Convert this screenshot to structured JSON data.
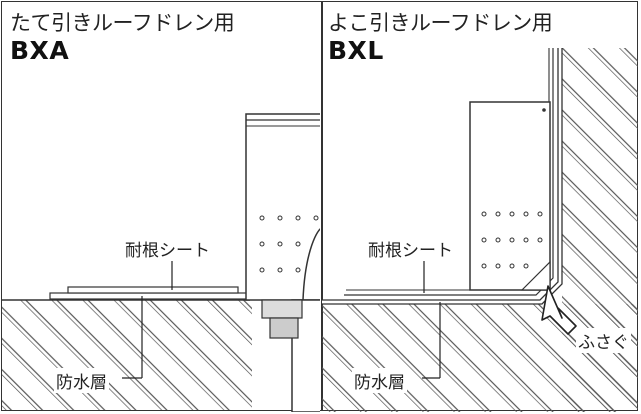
{
  "panels": [
    {
      "title": "たて引きルーフドレン用",
      "model": "BXA",
      "labels": {
        "sheet": "耐根シート",
        "waterproof": "防水層"
      }
    },
    {
      "title": "よこ引きルーフドレン用",
      "model": "BXL",
      "labels": {
        "sheet": "耐根シート",
        "waterproof": "防水層",
        "block": "ふさぐ"
      }
    }
  ]
}
